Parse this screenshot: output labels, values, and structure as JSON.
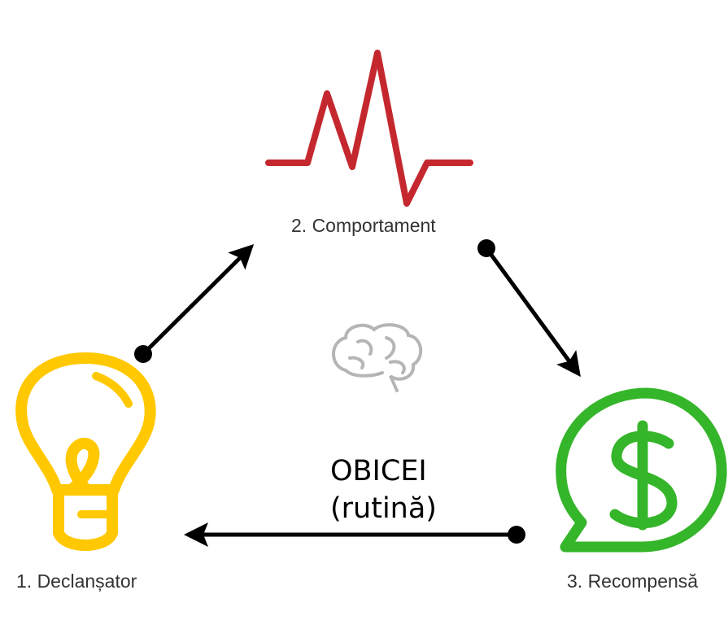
{
  "nodes": [
    {
      "label": "1. Declanșator",
      "icon": "lightbulb-icon",
      "color": "#ffc800"
    },
    {
      "label": "2. Comportament",
      "icon": "heartbeat-icon",
      "color": "#c4282e"
    },
    {
      "label": "3. Recompensă",
      "icon": "dollar-speech-bubble-icon",
      "color": "#35b52a"
    }
  ],
  "center": {
    "title": "OBICEI",
    "subtitle": "(rutină)",
    "icon": "brain-icon"
  }
}
